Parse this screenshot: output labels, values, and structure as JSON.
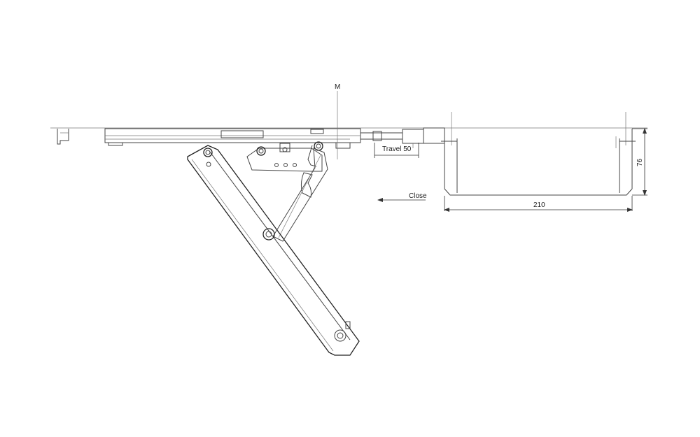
{
  "labels": {
    "center_mark": "M",
    "travel": "Travel 50",
    "close": "Close",
    "width_dim": "210",
    "height_dim": "76"
  },
  "colors": {
    "line": "#444444",
    "background": "#ffffff"
  }
}
